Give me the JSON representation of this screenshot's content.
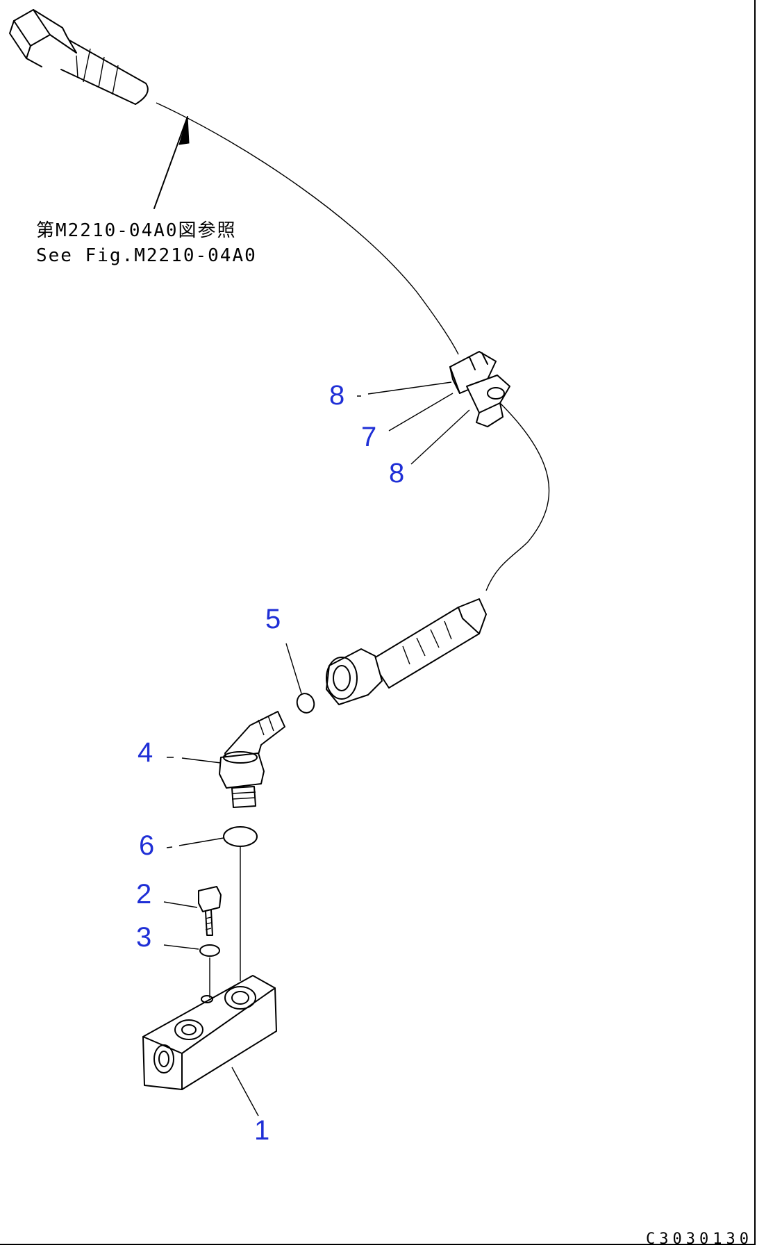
{
  "diagram": {
    "reference_note": {
      "line_jp": "第M2210-04A0図参照",
      "line_en": "See Fig.M2210-04A0"
    },
    "callouts": [
      {
        "id": "callout-8-upper",
        "label": "8"
      },
      {
        "id": "callout-7",
        "label": "7"
      },
      {
        "id": "callout-8-lower",
        "label": "8"
      },
      {
        "id": "callout-5",
        "label": "5"
      },
      {
        "id": "callout-4",
        "label": "4"
      },
      {
        "id": "callout-6",
        "label": "6"
      },
      {
        "id": "callout-2",
        "label": "2"
      },
      {
        "id": "callout-3",
        "label": "3"
      },
      {
        "id": "callout-1",
        "label": "1"
      }
    ],
    "figure_code": "C3030130",
    "colors": {
      "callout": "#1f2fd6",
      "line": "#000000",
      "background": "#ffffff"
    }
  }
}
